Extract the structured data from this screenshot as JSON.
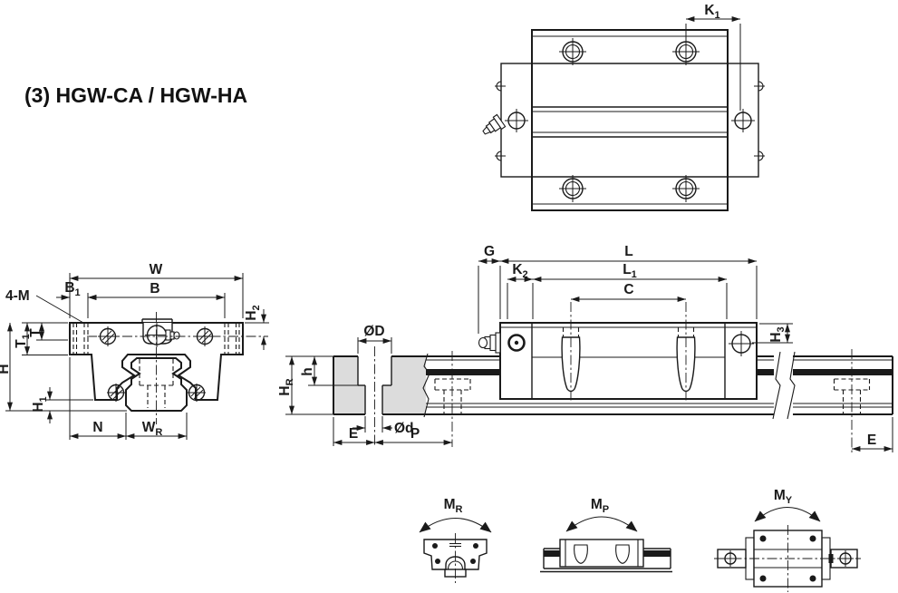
{
  "title": "(3) HGW-CA / HGW-HA",
  "colors": {
    "line_color": "#1a1a1a",
    "rail_section_fill": "#dcdcdc",
    "background": "#ffffff"
  },
  "top_view": {
    "k1": {
      "base": "K",
      "sub": "1"
    }
  },
  "front_view": {
    "w": {
      "base": "W",
      "sub": ""
    },
    "b": {
      "base": "B",
      "sub": ""
    },
    "b1": {
      "base": "B",
      "sub": "1"
    },
    "h2": {
      "base": "H",
      "sub": "2"
    },
    "four_m": {
      "base": "4-M",
      "sub": ""
    },
    "t": {
      "base": "T",
      "sub": ""
    },
    "t1": {
      "base": "T",
      "sub": "1"
    },
    "h": {
      "base": "H",
      "sub": ""
    },
    "h1": {
      "base": "H",
      "sub": "1"
    },
    "n": {
      "base": "N",
      "sub": ""
    },
    "wr": {
      "base": "W",
      "sub": "R"
    }
  },
  "side_view": {
    "g": {
      "base": "G",
      "sub": ""
    },
    "l": {
      "base": "L",
      "sub": ""
    },
    "k2": {
      "base": "K",
      "sub": "2"
    },
    "l1": {
      "base": "L",
      "sub": "1"
    },
    "c": {
      "base": "C",
      "sub": ""
    },
    "h3": {
      "base": "H",
      "sub": "3"
    },
    "od": {
      "base": "ØD",
      "sub": ""
    },
    "h_small": {
      "base": "h",
      "sub": ""
    },
    "hr": {
      "base": "H",
      "sub": "R"
    },
    "little_od": {
      "base": "Ød",
      "sub": ""
    },
    "e_left": {
      "base": "E",
      "sub": ""
    },
    "p": {
      "base": "P",
      "sub": ""
    },
    "e_right": {
      "base": "E",
      "sub": ""
    }
  },
  "moment_views": {
    "mr": {
      "base": "M",
      "sub": "R"
    },
    "mp": {
      "base": "M",
      "sub": "P"
    },
    "my": {
      "base": "M",
      "sub": "Y"
    }
  }
}
